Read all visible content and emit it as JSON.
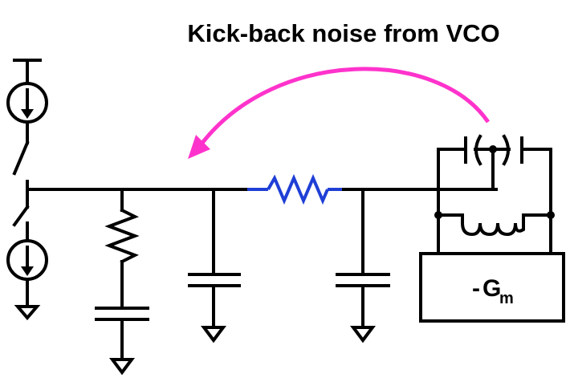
{
  "diagram": {
    "title": "Kick-back noise from VCO",
    "gm_block": {
      "sign": "-",
      "symbol": "G",
      "subscript": "m"
    },
    "colors": {
      "wire": "#000000",
      "arrow": "#ff33cc",
      "series_resistor": "#1f3fd6"
    },
    "icons": [
      "current-source-icon",
      "switch-icon",
      "resistor-icon",
      "capacitor-icon",
      "inductor-icon",
      "varactor-icon",
      "ground-icon",
      "supply-icon"
    ]
  }
}
